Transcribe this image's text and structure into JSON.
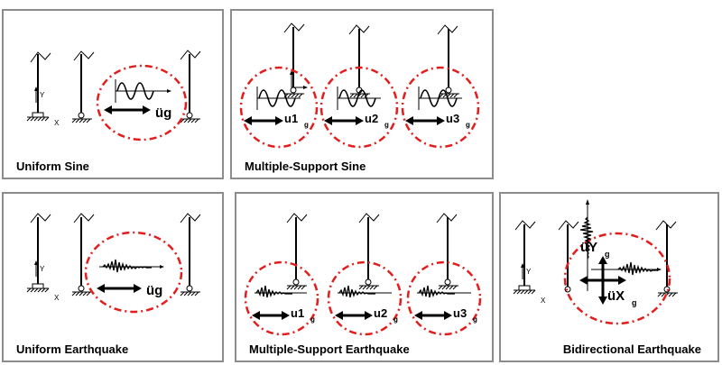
{
  "colors": {
    "accent": "#e31c1c",
    "border": "#8c8c8c",
    "ink": "#000000"
  },
  "panels": [
    {
      "label": "Uniform Sine",
      "accel": "üg",
      "accel_sub": "g"
    },
    {
      "label": "Multiple-Support Sine",
      "accels": [
        "u1",
        "u2",
        "u3"
      ],
      "accel_sub": "g"
    },
    {
      "label": "Uniform Earthquake",
      "accel": "üg",
      "accel_sub": "g"
    },
    {
      "label": "Multiple-Support Earthquake",
      "accels": [
        "u1",
        "u2",
        "u3"
      ],
      "accel_sub": "g"
    },
    {
      "label": "Bidirectional Earthquake",
      "accel_x": "üX",
      "accel_y": "üY",
      "accel_sub": "g"
    }
  ],
  "axes": {
    "y": "Y",
    "x": "X"
  }
}
